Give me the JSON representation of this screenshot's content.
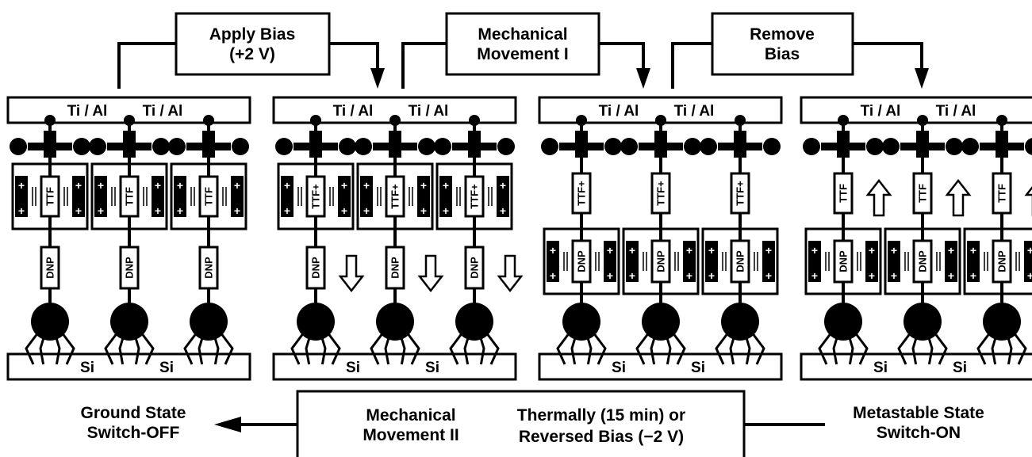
{
  "steps": [
    {
      "line1": "Apply Bias",
      "line2": "(+2 V)"
    },
    {
      "line1": "Mechanical",
      "line2": "Movement I"
    },
    {
      "line1": "Remove",
      "line2": "Bias"
    }
  ],
  "electrode_label": "Ti / Al",
  "substrate_label": "Si",
  "states": [
    {
      "ring_position": "top",
      "ttf_label": "TTF",
      "dnp_label": "DNP",
      "arrow": "none"
    },
    {
      "ring_position": "top",
      "ttf_label": "TTF+",
      "dnp_label": "DNP",
      "arrow": "down"
    },
    {
      "ring_position": "bottom",
      "ttf_label": "TTF+",
      "dnp_label": "DNP",
      "arrow": "none"
    },
    {
      "ring_position": "bottom",
      "ttf_label": "TTF",
      "dnp_label": "DNP",
      "arrow": "up"
    }
  ],
  "bottom_cycle": {
    "left_line1": "Ground State",
    "left_line2": "Switch-OFF",
    "right_line1": "Metastable State",
    "right_line2": "Switch-ON",
    "box_line1_a": "Mechanical",
    "box_line2_a": "Movement II",
    "box_line1_b": "Thermally (15 min) or",
    "box_line2_b": "Reversed Bias (−2 V)"
  },
  "colors": {
    "ink": "#000000",
    "background": "#ffffff"
  }
}
